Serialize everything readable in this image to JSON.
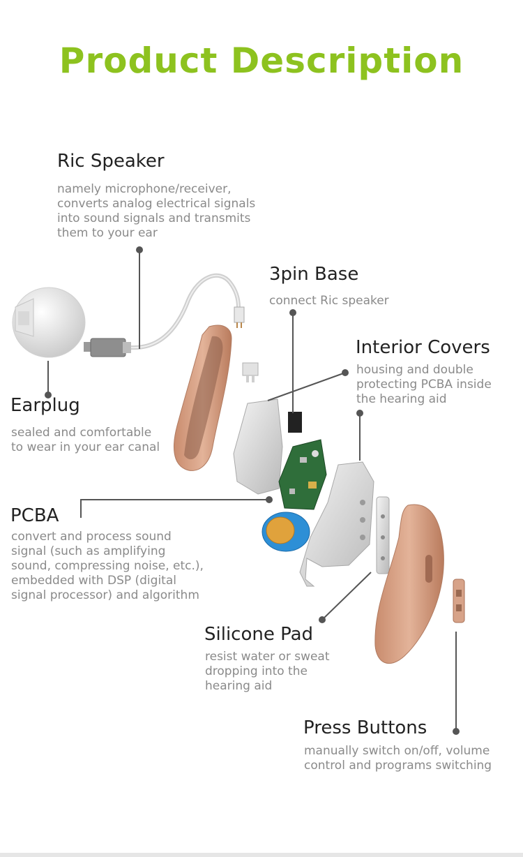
{
  "title": "Product Description",
  "callouts": {
    "ric_speaker": {
      "title": "Ric Speaker",
      "lines": [
        "namely microphone/receiver,",
        "converts analog electrical signals",
        "into sound signals and transmits",
        "them to your ear"
      ]
    },
    "pin_base": {
      "title": "3pin Base",
      "lines": [
        "connect Ric speaker"
      ]
    },
    "interior_covers": {
      "title": "Interior Covers",
      "lines": [
        "housing and double",
        "protecting PCBA inside",
        "the hearing aid"
      ]
    },
    "earplug": {
      "title": "Earplug",
      "lines": [
        "sealed and comfortable",
        "to wear in your ear canal"
      ]
    },
    "pcba": {
      "title": "PCBA",
      "lines": [
        "convert and process sound",
        "signal (such as amplifying",
        "sound, compressing noise, etc.),",
        "embedded with DSP (digital",
        "signal processor) and algorithm"
      ]
    },
    "silicone_pad": {
      "title": "Silicone Pad",
      "lines": [
        "resist water or sweat",
        "dropping into the",
        "hearing aid"
      ]
    },
    "press_buttons": {
      "title": "Press Buttons",
      "lines": [
        "manually switch on/off, volume",
        "control and programs switching"
      ]
    }
  },
  "colors": {
    "accent": "#8dc21f",
    "leader": "#555555",
    "skin": "#d9a48a",
    "battery": "#2d8fd6"
  }
}
